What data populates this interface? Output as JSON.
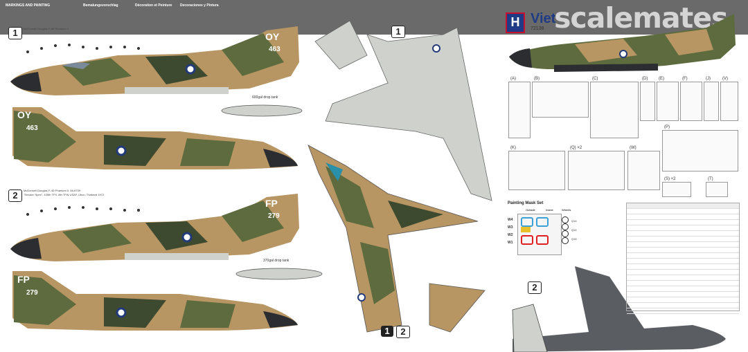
{
  "brand": {
    "watermark": "scalemates"
  },
  "product": {
    "title": "Viet",
    "code": "72138"
  },
  "header_strip": {
    "col1": "MARKINGS AND PAINTING",
    "col2": "Bemalungsvorschlag",
    "col3": "Décoration et Peinture",
    "col4": "Decoraciones y Pintura"
  },
  "profile1": {
    "number": "1",
    "caption": "McDonnell Douglas F-4E Phantom II",
    "tail_code": "OY",
    "tail_number": "463",
    "drop_tank_caption": "600gal drop tank"
  },
  "profile2": {
    "number": "2",
    "caption": "McDonnell Douglas F-4D Phantom II, 66-8709",
    "caption2": "\"Smokin' Spec\", 435th TFS, 8th TFW USAF, Ubon, Thailand 1972",
    "tail_code": "FP",
    "tail_number": "279",
    "drop_tank_caption": "370gal drop tank"
  },
  "center": {
    "num1": "1",
    "num2": "1",
    "num3": "2"
  },
  "parts": {
    "labels": [
      "(A)",
      "(B)",
      "(C)",
      "(D)",
      "(E)",
      "(F)",
      "(J)",
      "(V)",
      "(K)",
      "(Q) ×2",
      "(W)",
      "(P)",
      "(S) ×2",
      "(T)"
    ]
  },
  "mask": {
    "title": "Painting Mask Set",
    "col_outside": "Outside",
    "col_inside": "Inside",
    "col_wheels": "Wheels",
    "rows": [
      "W4",
      "W3",
      "W2",
      "W1"
    ],
    "right": [
      "Q14",
      "Q14",
      "Q15"
    ]
  },
  "bottom": {
    "profile_number": "2"
  },
  "colors": {
    "tan": "#b89664",
    "green": "#5d6b3e",
    "darkgreen": "#3e4a30",
    "grey": "#cfd2cc",
    "dark": "#2b2d30"
  }
}
